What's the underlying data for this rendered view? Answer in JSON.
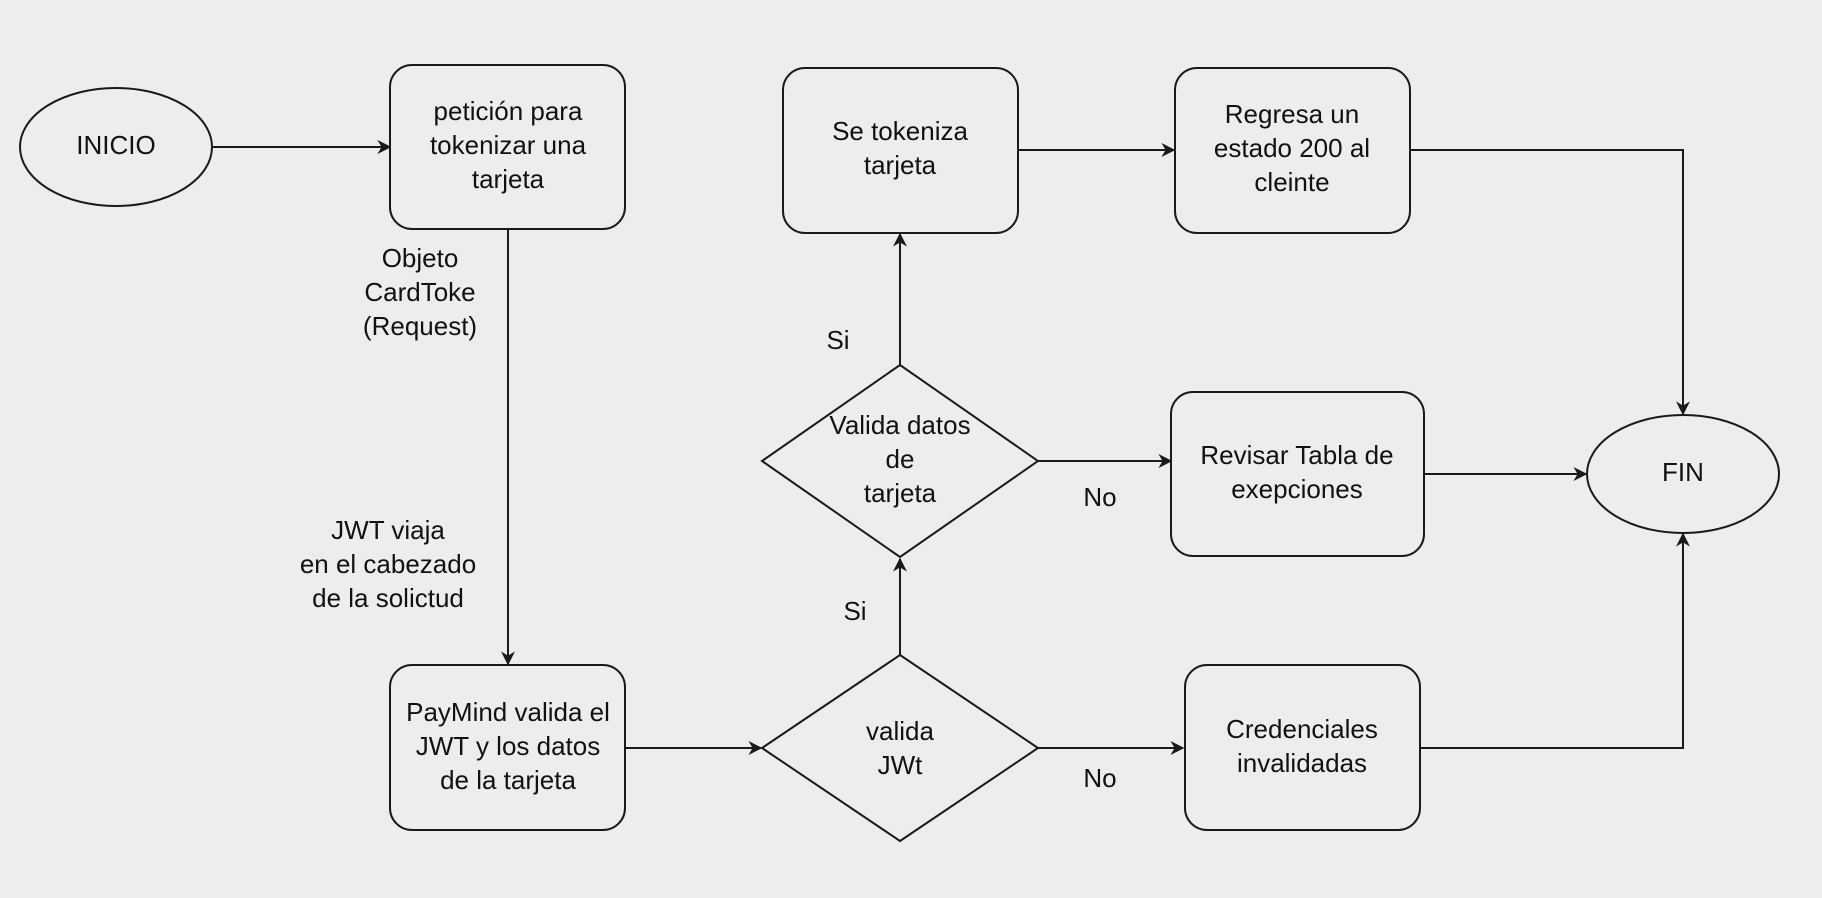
{
  "diagram": {
    "colors": {
      "background": "#ededed",
      "stroke": "#1a1a1a",
      "text": "#111111",
      "fill": "#ededed"
    },
    "nodes": {
      "inicio": {
        "lines": [
          "INICIO"
        ]
      },
      "peticion": {
        "lines": [
          "petición para",
          "tokenizar una",
          "tarjeta"
        ]
      },
      "paymind": {
        "lines": [
          "PayMind valida el",
          "JWT y los datos",
          "de la tarjeta"
        ]
      },
      "valida_jwt": {
        "lines": [
          "valida",
          "JWt"
        ]
      },
      "valida_datos": {
        "lines": [
          "Valida datos",
          "de",
          "tarjeta"
        ]
      },
      "tokeniza": {
        "lines": [
          "Se tokeniza",
          "tarjeta"
        ]
      },
      "regresa": {
        "lines": [
          "Regresa un",
          "estado 200 al",
          "cleinte"
        ]
      },
      "revisar": {
        "lines": [
          "Revisar Tabla de",
          "exepciones"
        ]
      },
      "credenciales": {
        "lines": [
          "Credenciales",
          "invalidadas"
        ]
      },
      "fin": {
        "lines": [
          "FIN"
        ]
      }
    },
    "edge_labels": {
      "objeto": {
        "lines": [
          "Objeto",
          "CardToke",
          "(Request)"
        ]
      },
      "jwt": {
        "lines": [
          "JWT viaja",
          "en el cabezado",
          "de la solictud"
        ]
      },
      "si_jwt": {
        "lines": [
          "Si"
        ]
      },
      "no_jwt": {
        "lines": [
          "No"
        ]
      },
      "si_datos": {
        "lines": [
          "Si"
        ]
      },
      "no_datos": {
        "lines": [
          "No"
        ]
      }
    }
  }
}
